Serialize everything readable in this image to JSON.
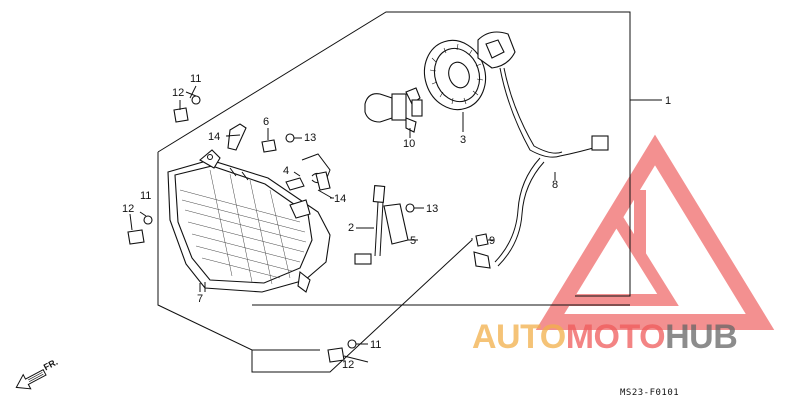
{
  "diagram": {
    "callouts": {
      "c1": "1",
      "c2": "2",
      "c3": "3",
      "c4": "4",
      "c5": "5",
      "c6": "6",
      "c7": "7",
      "c8": "8",
      "c9": "9",
      "c10": "10",
      "c11a": "11",
      "c11b": "11",
      "c11c": "11",
      "c12a": "12",
      "c12b": "12",
      "c12c": "12",
      "c13a": "13",
      "c13b": "13",
      "c14a": "14",
      "c14b": "14"
    },
    "direction_label": "FR.",
    "drawing_code": "MS23-F0101"
  },
  "watermark": {
    "text_a": "AUTO",
    "text_b": "MOTO",
    "text_c": "HUB",
    "colors": {
      "orange": "#f2b04a",
      "red": "#ef5b5b",
      "dark": "#666666"
    }
  }
}
